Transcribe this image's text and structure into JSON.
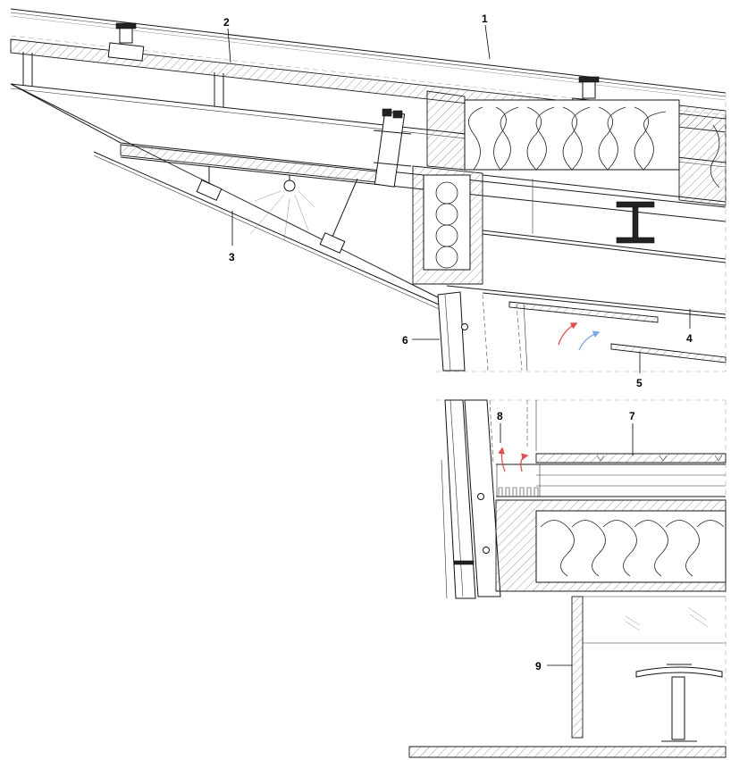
{
  "callouts": [
    {
      "id": "1",
      "label": "1"
    },
    {
      "id": "2",
      "label": "2"
    },
    {
      "id": "3",
      "label": "3"
    },
    {
      "id": "4",
      "label": "4"
    },
    {
      "id": "5",
      "label": "5"
    },
    {
      "id": "6",
      "label": "6"
    },
    {
      "id": "7",
      "label": "7"
    },
    {
      "id": "8",
      "label": "8"
    },
    {
      "id": "9",
      "label": "9"
    }
  ],
  "colors": {
    "line": "#1a1a1a",
    "airflow_warm": "#e05050",
    "airflow_cool": "#7fa8e0"
  }
}
